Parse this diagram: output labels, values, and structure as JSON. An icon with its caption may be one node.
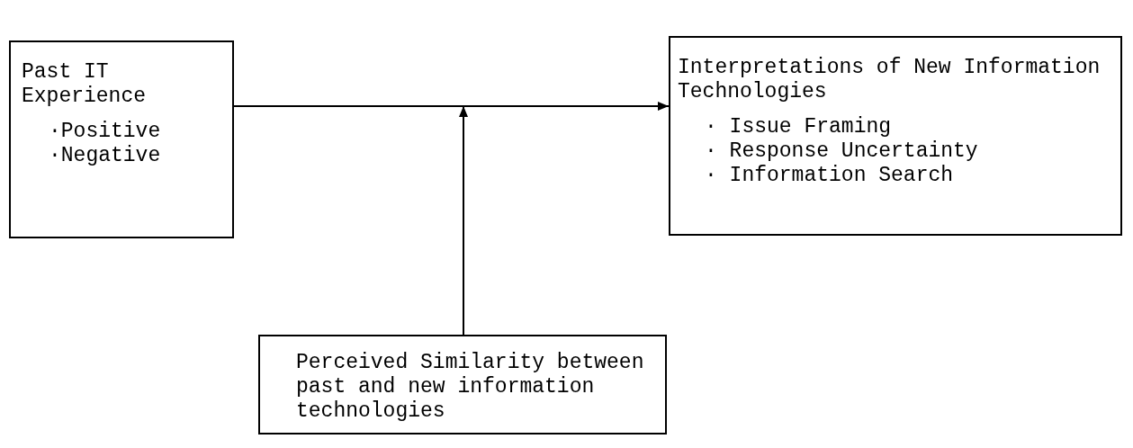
{
  "diagram": {
    "nodes": [
      {
        "text": [
          "Past IT Experience",
          "·Positive",
          "·Negative"
        ]
      },
      {
        "text": [
          "Interpretations of New Information Technologies",
          "· Issue Framing",
          "· Response Uncertainty",
          "· Information Search"
        ]
      },
      {
        "text": [
          "Perceived Similarity between past and new information technologies"
        ]
      }
    ],
    "edges": [
      {
        "from": 0,
        "to": 1,
        "arrow": "to"
      },
      {
        "from": 2,
        "to": null,
        "arrow": "to"
      }
    ]
  }
}
